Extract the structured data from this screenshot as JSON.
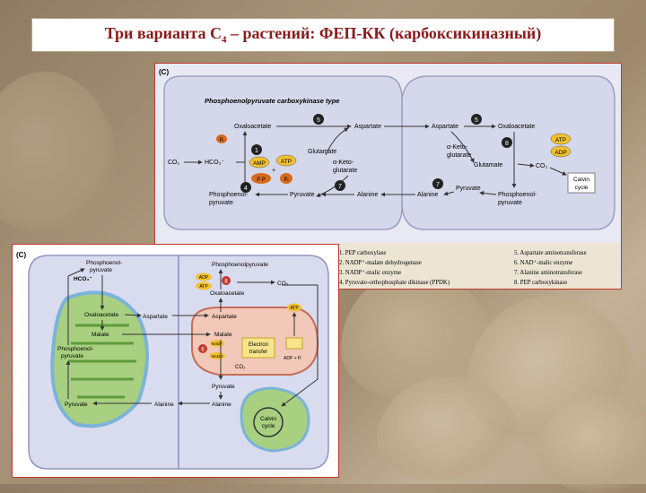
{
  "title": {
    "main": "Три варианта С",
    "sub": "4",
    "rest": " – растений: ФЕП-КК (карбоксикиназный)"
  },
  "top_diagram": {
    "panel_label": "(C)",
    "heading": "Phosphoenolpyruvate carboxykinase type",
    "labels": {
      "oxaloacetate_left": "Oxaloacetate",
      "aspartate_mid1": "Aspartate",
      "aspartate_mid2": "Aspartate",
      "oxaloacetate_right": "Oxaloacetate",
      "co2": "CO₂",
      "hco3": "HCO₃⁻",
      "pi": "Pᵢ",
      "amp": "AMP",
      "atp1": "ATP",
      "ppi": "P P",
      "pi2": "Pᵢ",
      "plus": "+",
      "glutamate_l": "Glutamate",
      "ketoglut_l1": "α-Keto-",
      "ketoglut_l2": "glutarate",
      "pep_l1": "Phosphoenol-",
      "pep_l2": "pyruvate",
      "pyruvate_l": "Pyruvate",
      "alanine_l": "Alanine",
      "alanine_r": "Alanine",
      "pyruvate_r": "Pyruvate",
      "ketoglut_r1": "α-Keto-",
      "ketoglut_r2": "glutarate",
      "glutamate_r": "Glutamate",
      "pep_r1": "Phosphoenol-",
      "pep_r2": "pyruvate",
      "atp_r": "ATP",
      "adp_r": "ADP",
      "co2_r": "CO₂",
      "calvin1": "Calvin",
      "calvin2": "cycle"
    },
    "steps": [
      "1",
      "4",
      "7",
      "7",
      "5",
      "5",
      "8"
    ],
    "legend": [
      "1. PEP carboxylase",
      "2. NADP⁺-malate dehydrogenase",
      "3. NADP⁺-malic enzyme",
      "4. Pyruvate-orthophosphate dikinase (PPDK)",
      "5. Aspartate aminotransferase",
      "6. NAD⁺-malic enzyme",
      "7. Alanine aminotransferase",
      "8. PEP carboxykinase"
    ]
  },
  "bottom_diagram": {
    "panel_label": "(C)",
    "labels": {
      "pep_l1": "Phosphoenol-",
      "pep_l2": "pyruvate",
      "hco3": "HCO₃⁻",
      "oxaloacetate_l": "Oxaloacetate",
      "malate_l": "Malate",
      "pep_l3": "Phosphoenol-",
      "pep_l4": "pyruvate",
      "pyruvate_l": "Pyruvate",
      "aspartate_l": "Aspartate",
      "alanine_m": "Alanine",
      "pep_r": "Phosphoenolpyruvate",
      "adp": "ADP",
      "atp": "ATP",
      "oxaloacetate_r": "Oxaloacetate",
      "co2": "CO₂",
      "aspartate_r": "Aspartate",
      "malate_r": "Malate",
      "nad": "NAD⁺",
      "nadh": "NADH",
      "electron1": "Electron",
      "electron2": "transfer",
      "co2_m": "CO₂",
      "pyruvate_r": "Pyruvate",
      "alanine_r": "Alanine",
      "atp_m": "ATP",
      "adp_pi": "ADP + Pᵢ",
      "calvin1": "Calvin",
      "calvin2": "cycle"
    },
    "steps": [
      "8",
      "6"
    ]
  }
}
